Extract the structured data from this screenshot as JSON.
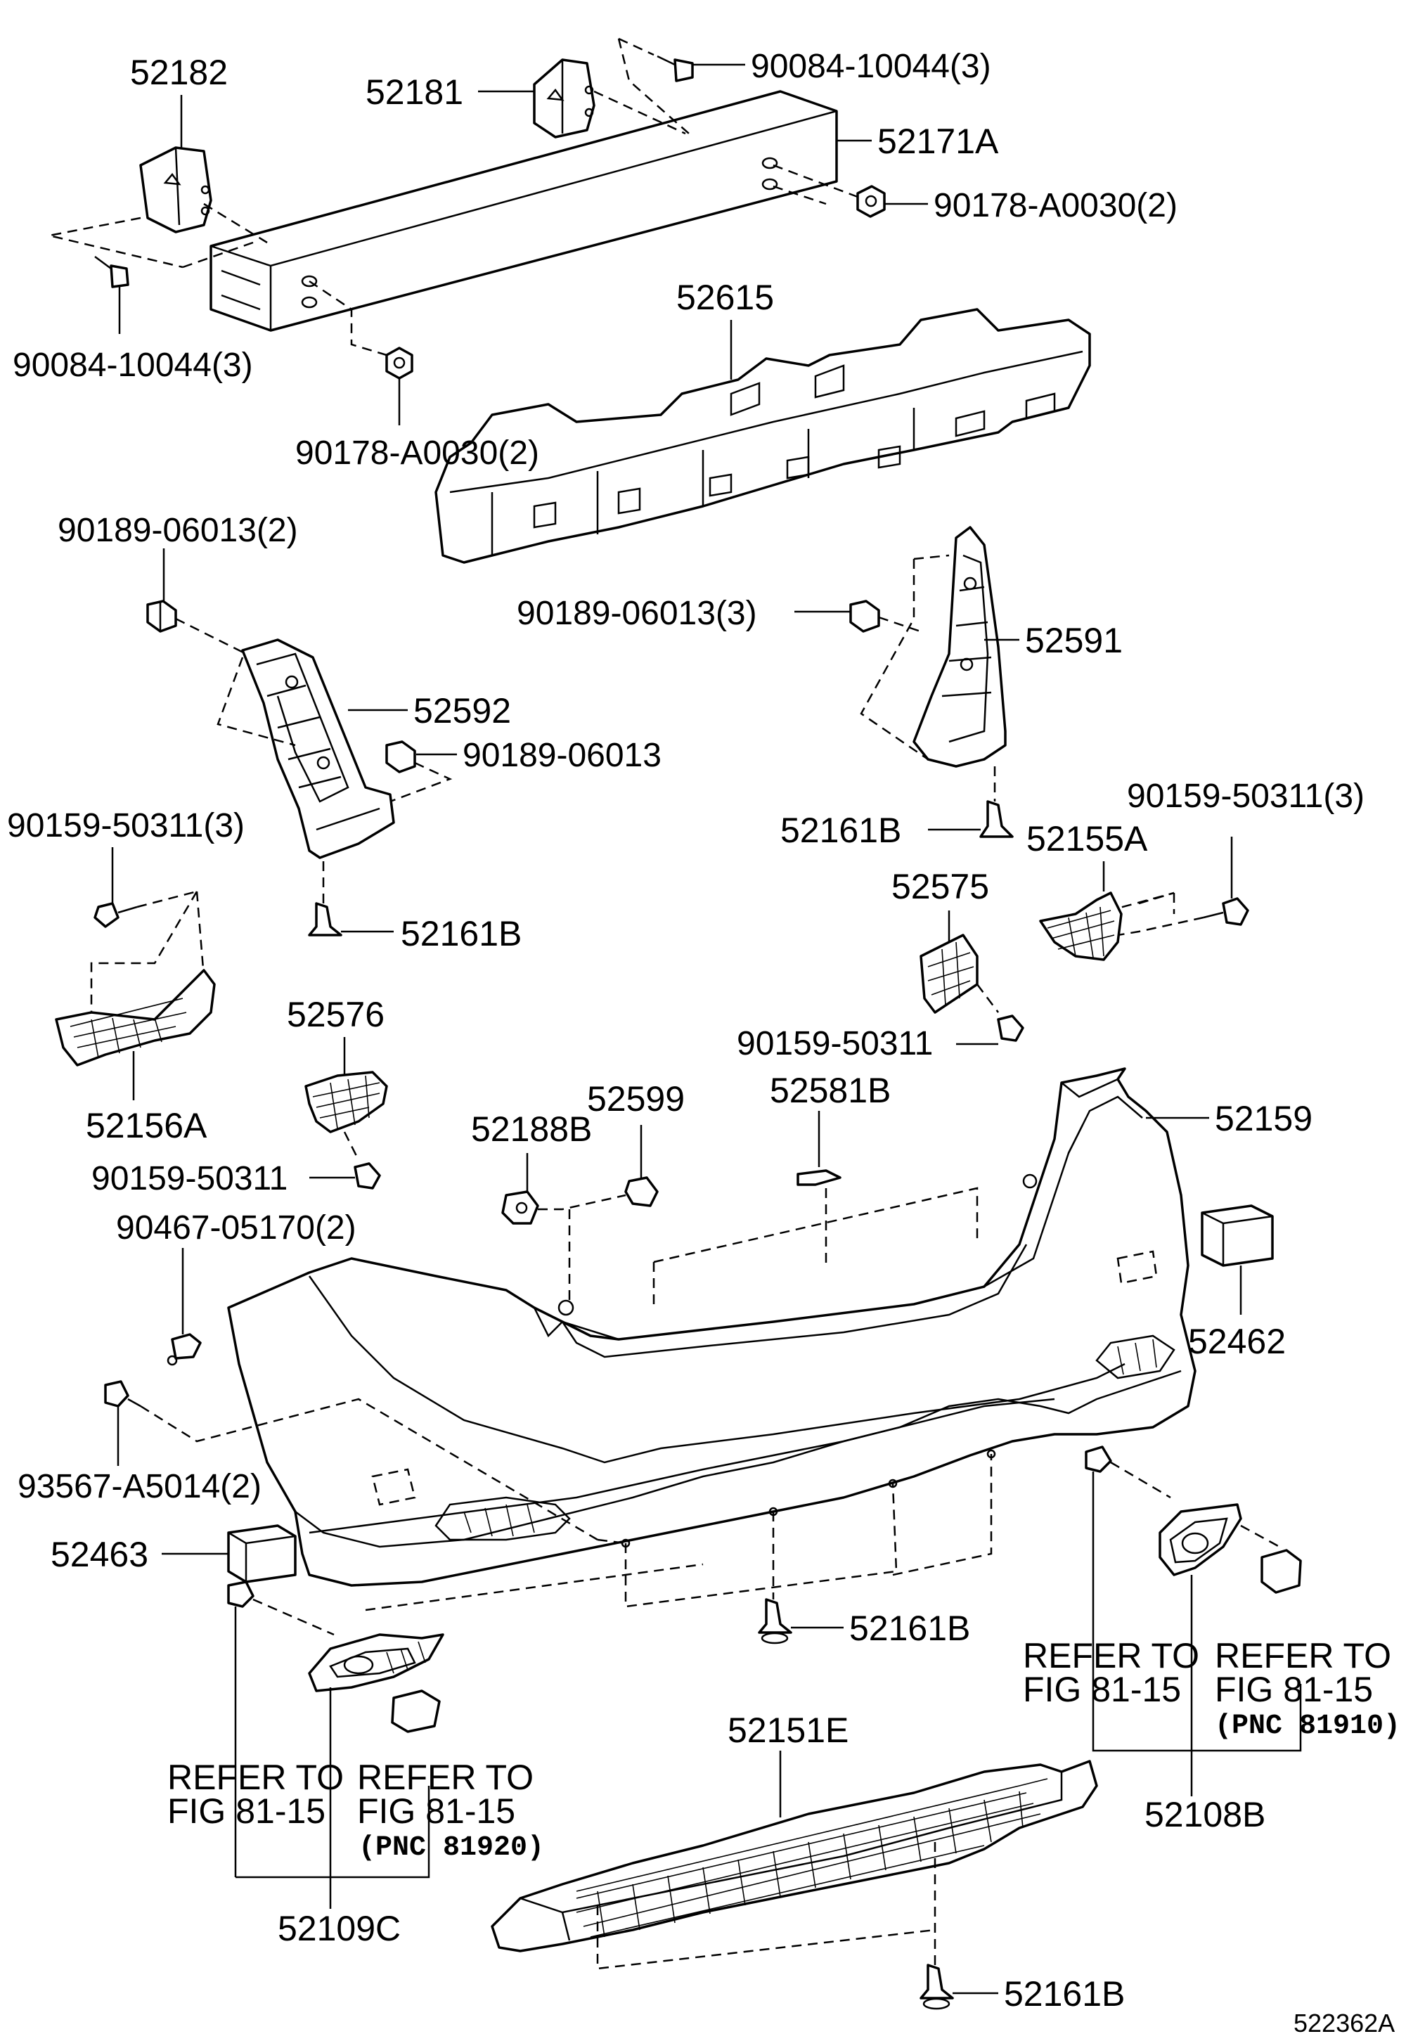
{
  "labels": {
    "p52182": "52182",
    "p52181": "52181",
    "p90084_top": "90084-10044(3)",
    "p52171A": "52171A",
    "p90178_right": "90178-A0030(2)",
    "p90084_left": "90084-10044(3)",
    "p52615": "52615",
    "p90178_mid": "90178-A0030(2)",
    "p90189_left": "90189-06013(2)",
    "p90189_right3": "90189-06013(3)",
    "p52591": "52591",
    "p52592": "52592",
    "p90189_single": "90189-06013",
    "p90159_left3": "90159-50311(3)",
    "p52161B_right": "52161B",
    "p90159_right3": "90159-50311(3)",
    "p52155A": "52155A",
    "p52575": "52575",
    "p52161B_left": "52161B",
    "p52576": "52576",
    "p90159_mid": "90159-50311",
    "p52156A": "52156A",
    "p52599": "52599",
    "p52581B": "52581B",
    "p52188B": "52188B",
    "p52159": "52159",
    "p90159_left": "90159-50311",
    "p90467": "90467-05170(2)",
    "p52462": "52462",
    "p93567": "93567-A5014(2)",
    "p52463": "52463",
    "p52161B_center": "52161B",
    "refer_right_a1": "REFER TO",
    "refer_right_a2": "FIG 81-15",
    "refer_right_b1": "REFER TO",
    "refer_right_b2": "FIG 81-15",
    "pnc_right": "(PNC 81910)",
    "p52108B": "52108B",
    "p52151E": "52151E",
    "refer_left_a1": "REFER TO",
    "refer_left_a2": "FIG 81-15",
    "refer_left_b1": "REFER TO",
    "refer_left_b2": "FIG 81-15",
    "pnc_left": "(PNC 81920)",
    "p52109C": "52109C",
    "p52161B_bottom": "52161B",
    "diagram_id": "522362A"
  }
}
